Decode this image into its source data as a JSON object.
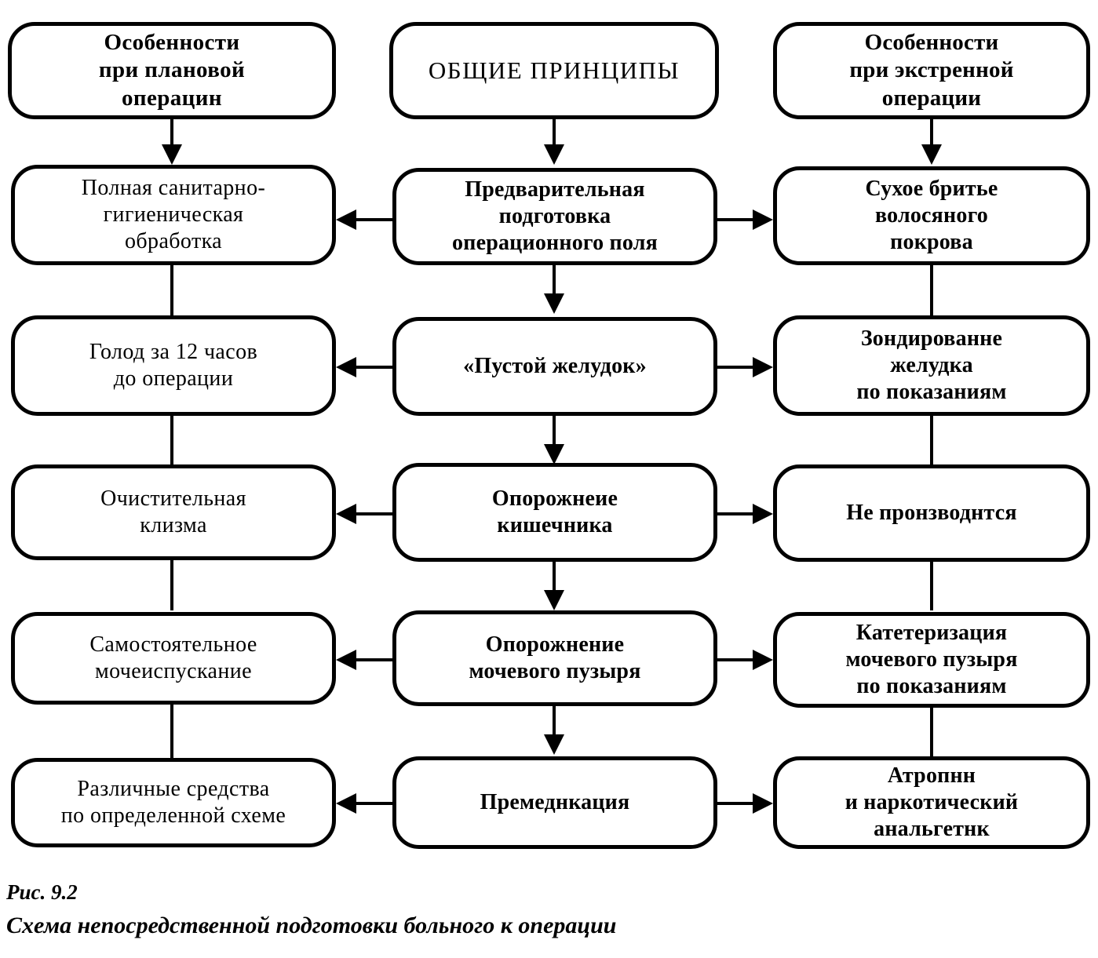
{
  "figure": {
    "number": "Рис. 9.2",
    "title": "Схема непосредственной подготовки больного к операции"
  },
  "columns": {
    "left": {
      "header": "Особенности\nпри плановой\nоперацин"
    },
    "middle": {
      "header": "ОБЩИЕ ПРИНЦИПЫ"
    },
    "right": {
      "header": "Особенности\nпри экстренной\nоперации"
    }
  },
  "rows": [
    {
      "middle": "Предварительная\nподготовка\nоперационного поля",
      "left": "Полная санитарно-\nгигиеническая\nобработка",
      "right": "Сухое бритье\nволосяного\nпокрова"
    },
    {
      "middle": "«Пустой желудок»",
      "left": "Голод за 12 часов\nдо операции",
      "right": "Зондированне\nжелудка\nпо показаниям"
    },
    {
      "middle": "Опорожнеие\nкишечника",
      "left": "Очистительная\nклизма",
      "right": "Не пронзводнтся"
    },
    {
      "middle": "Опорожнение\nмочевого пузыря",
      "left": "Самостоятельное\nмочеиспускание",
      "right": "Катетеризация\nмочевого пузыря\nпо показаниям"
    },
    {
      "middle": "Премеднкация",
      "left": "Различные средства\nпо определенной схеме",
      "right": "Атропнн\nи наркотический\nанальгетнк"
    }
  ],
  "colors": {
    "stroke": "#000000",
    "background": "#ffffff"
  }
}
